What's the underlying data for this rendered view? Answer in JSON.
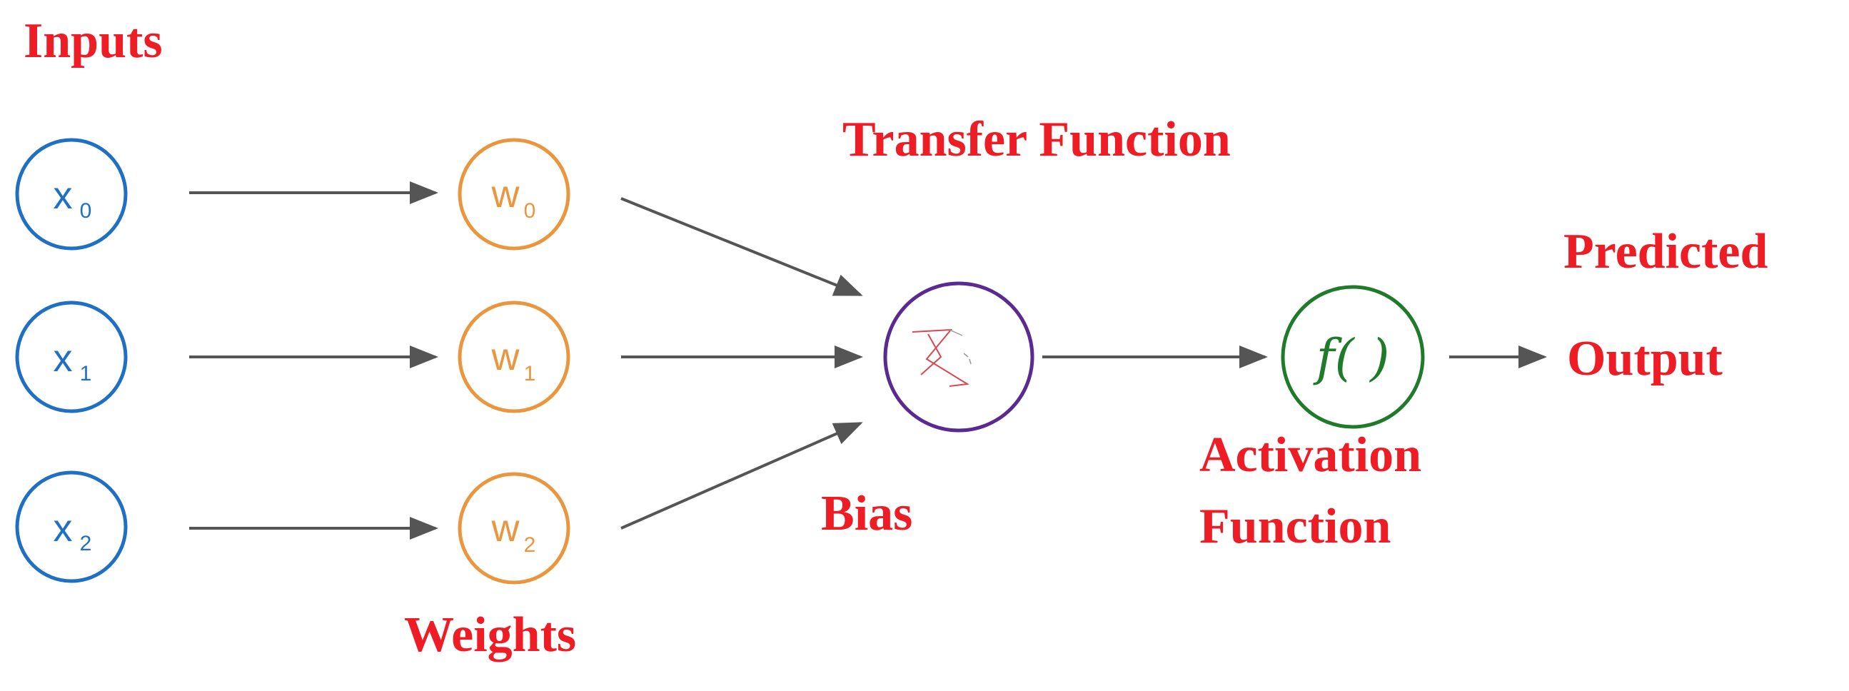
{
  "colors": {
    "label": "#ee1c25",
    "input_node": "#1f6fc4",
    "weight_node": "#e9963f",
    "sum_node": "#5b2a91",
    "activation_node": "#1f7a2a",
    "arrow": "#555555"
  },
  "labels": {
    "inputs": "Inputs",
    "transfer_function": "Transfer Function",
    "predicted": "Predicted",
    "output": "Output",
    "activation": "Activation",
    "function": "Function",
    "bias": "Bias",
    "weights": "Weights"
  },
  "inputs": [
    {
      "var": "x",
      "sub": "0"
    },
    {
      "var": "x",
      "sub": "1"
    },
    {
      "var": "x",
      "sub": "2"
    }
  ],
  "weights": [
    {
      "var": "w",
      "sub": "0"
    },
    {
      "var": "w",
      "sub": "1"
    },
    {
      "var": "w",
      "sub": "2"
    }
  ],
  "activation_node": {
    "text": "f( )"
  },
  "summation_icon": "sigma-scribble-icon"
}
